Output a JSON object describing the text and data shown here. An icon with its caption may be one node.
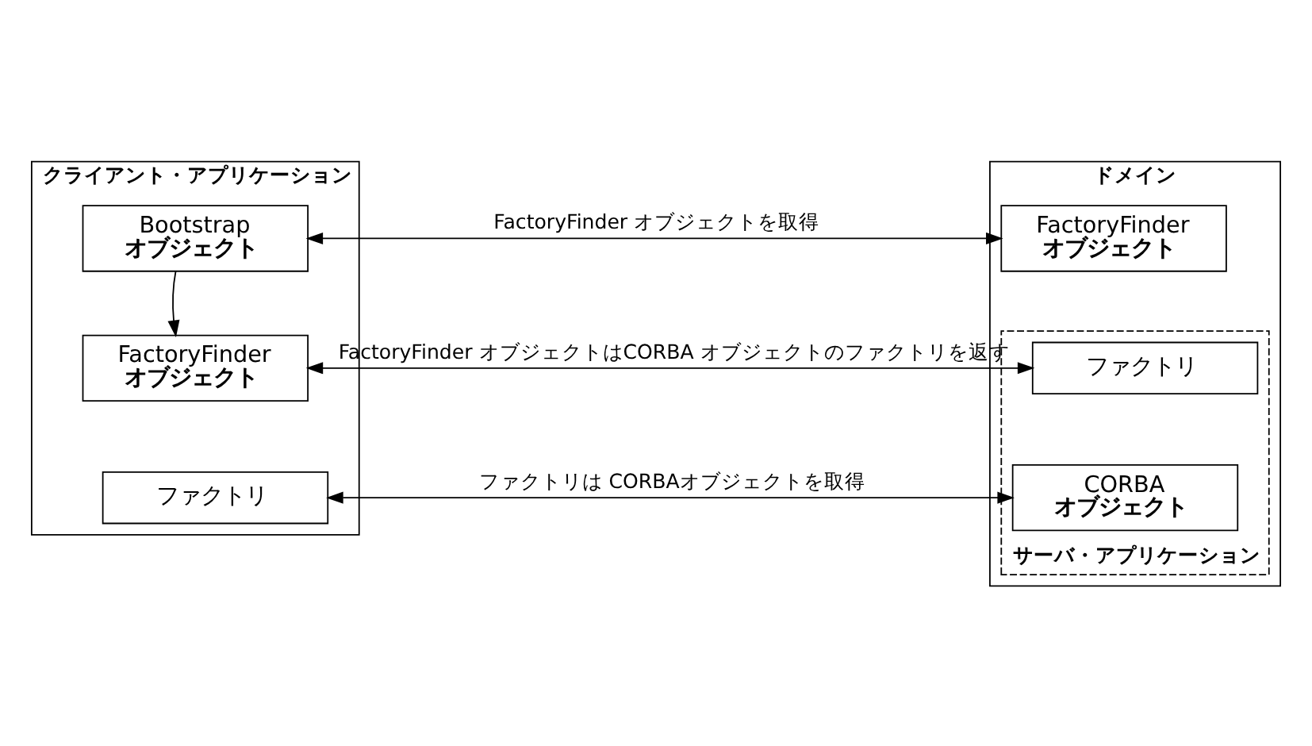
{
  "diagram": {
    "nodes": [
      {
        "text": [
          "クライアント・アプリケーション"
        ]
      },
      {
        "text": [
          "Bootstrap",
          "オブジェクト"
        ],
        "in": 0
      },
      {
        "text": [
          "FactoryFinder",
          "オブジェクト"
        ],
        "in": 0
      },
      {
        "text": [
          "ファクトリ"
        ],
        "in": 0
      },
      {
        "text": [
          "ドメイン"
        ]
      },
      {
        "text": [
          "FactoryFinder",
          "オブジェクト"
        ],
        "in": 4
      },
      {
        "text": [
          "サーバ・アプリケーション"
        ],
        "in": 4
      },
      {
        "text": [
          "ファクトリ"
        ],
        "in": 6
      },
      {
        "text": [
          "CORBA",
          "オブジェクト"
        ],
        "in": 6
      }
    ],
    "edges": [
      {
        "from": 1,
        "to": 2,
        "arrow": "to"
      },
      {
        "from": 1,
        "to": 5,
        "arrow": "both",
        "label": "FactoryFinder オブジェクトを取得"
      },
      {
        "from": 2,
        "to": 7,
        "arrow": "both",
        "label": "FactoryFinder オブジェクトはCORBA オブジェクトのファクトリを返す"
      },
      {
        "from": 3,
        "to": 8,
        "arrow": "both",
        "label": "ファクトリは CORBAオブジェクトを取得"
      }
    ]
  }
}
